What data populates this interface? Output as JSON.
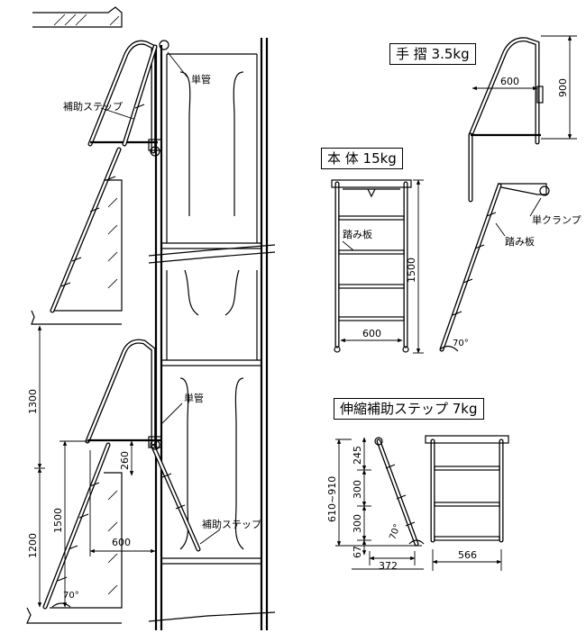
{
  "titles": {
    "handrail": "手 摺 3.5kg",
    "body": "本 体 15kg",
    "telescopic": "伸縮補助ステップ 7kg"
  },
  "labels": {
    "single_pipe_top": "単管",
    "aux_step_top": "補助ステップ",
    "single_pipe_bottom": "単管",
    "aux_step_bottom": "補助ステップ",
    "tread_body": "踏み板",
    "single_clamp": "単クランプ",
    "tread_side": "踏み板"
  },
  "dimensions": {
    "handrail_width": "600",
    "handrail_height": "900",
    "body_height": "1500",
    "body_width": "600",
    "body_angle": "70°",
    "main_1300": "1300",
    "main_1200": "1200",
    "main_1500": "1500",
    "main_260": "260",
    "main_600": "600",
    "main_angle": "70°",
    "tele_range": "610~910",
    "tele_245": "245",
    "tele_300a": "300",
    "tele_300b": "300",
    "tele_67": "67",
    "tele_372": "372",
    "tele_566": "566",
    "tele_angle": "70°"
  }
}
